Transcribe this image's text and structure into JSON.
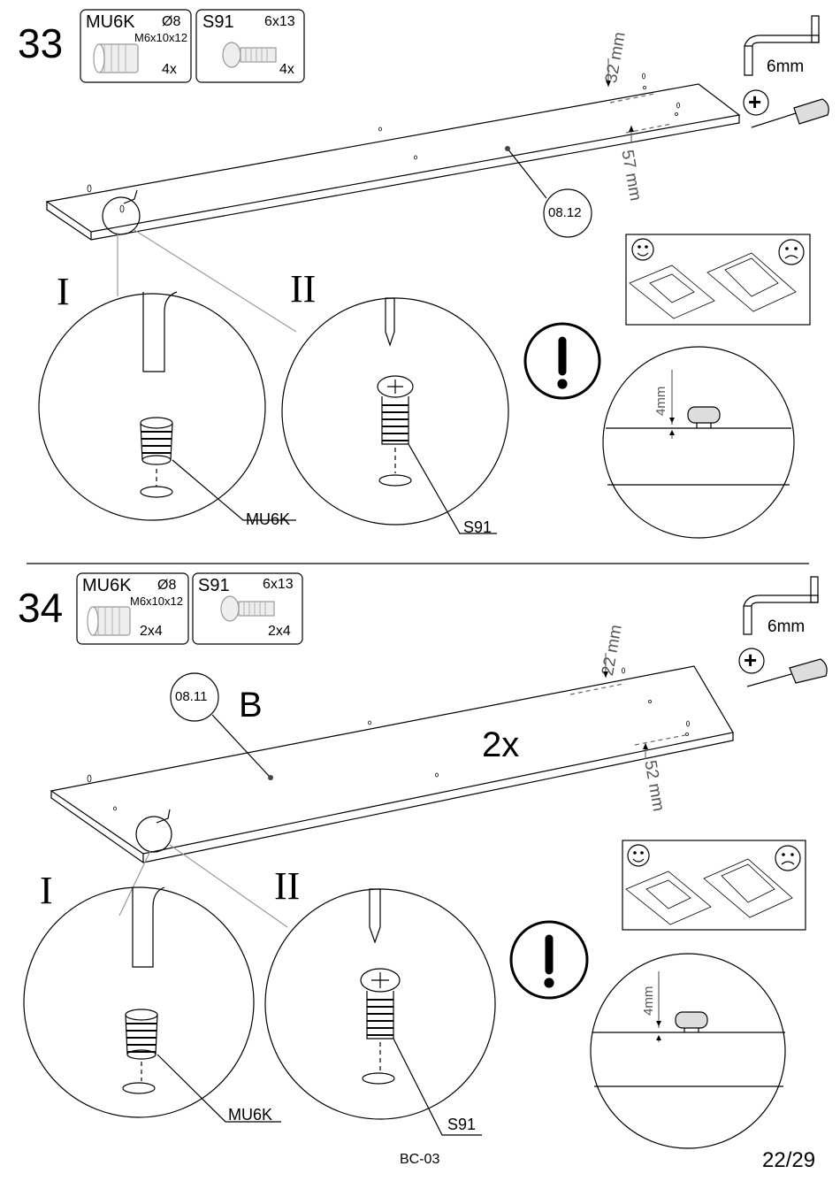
{
  "document": {
    "code": "BC-03",
    "page": "22/29"
  },
  "steps": [
    {
      "number": "33",
      "hardware": [
        {
          "code": "MU6K",
          "diameter": "Ø8",
          "size": "M6x10x12",
          "qty": "4x"
        },
        {
          "code": "S91",
          "diameter": "",
          "size": "6x13",
          "qty": "4x"
        }
      ],
      "tool_allen": "6mm",
      "tool_plus": "+",
      "part_ref": "08.12",
      "panel_label": "",
      "multiplier": "",
      "dims": [
        "32 mm",
        "57 mm"
      ],
      "detail_I": "I",
      "detail_II": "II",
      "callout_I": "MU6K",
      "callout_II": "S91",
      "warning_gap": "4mm",
      "warning_mark": "!"
    },
    {
      "number": "34",
      "hardware": [
        {
          "code": "MU6K",
          "diameter": "Ø8",
          "size": "M6x10x12",
          "qty": "2x4"
        },
        {
          "code": "S91",
          "diameter": "",
          "size": "6x13",
          "qty": "2x4"
        }
      ],
      "tool_allen": "6mm",
      "tool_plus": "+",
      "part_ref": "08.11",
      "panel_label": "B",
      "multiplier": "2x",
      "dims": [
        "22 mm",
        "52 mm"
      ],
      "detail_I": "I",
      "detail_II": "II",
      "callout_I": "MU6K",
      "callout_II": "S91",
      "warning_gap": "4mm",
      "warning_mark": "!"
    }
  ],
  "icons": [
    "allen-key-icon",
    "screwdriver-icon",
    "happy-face-icon",
    "sad-face-icon",
    "warning-icon",
    "insert-nut-icon",
    "screw-icon"
  ]
}
